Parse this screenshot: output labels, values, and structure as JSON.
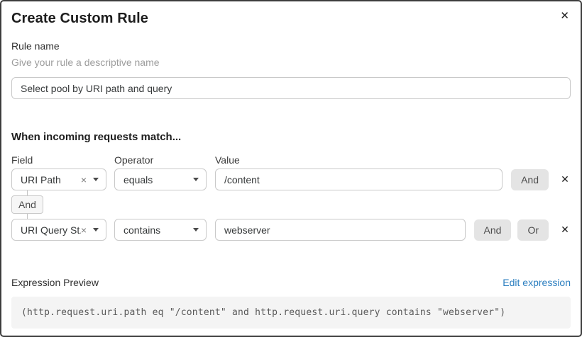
{
  "dialog": {
    "title": "Create Custom Rule"
  },
  "icons": {
    "close": "✕",
    "clear": "×",
    "delete": "✕"
  },
  "colors": {
    "link_blue": "#2c7fc0",
    "button_gray": "#e4e4e4",
    "code_bg": "#f4f4f4",
    "border_gray": "#c9c9c9"
  },
  "rule_name": {
    "label": "Rule name",
    "helper": "Give your rule a descriptive name",
    "value": "Select pool by URI path and query"
  },
  "match": {
    "heading": "When incoming requests match...",
    "columns": {
      "field": "Field",
      "operator": "Operator",
      "value": "Value"
    },
    "connector_label": "And",
    "rows": [
      {
        "field": "URI Path",
        "operator": "equals",
        "value": "/content",
        "and_label": "And"
      },
      {
        "field": "URI Query St...",
        "operator": "contains",
        "value": "webserver",
        "and_label": "And",
        "or_label": "Or"
      }
    ]
  },
  "expression": {
    "label": "Expression Preview",
    "edit_link": "Edit expression",
    "code": "(http.request.uri.path eq \"/content\" and http.request.uri.query contains \"webserver\")"
  }
}
